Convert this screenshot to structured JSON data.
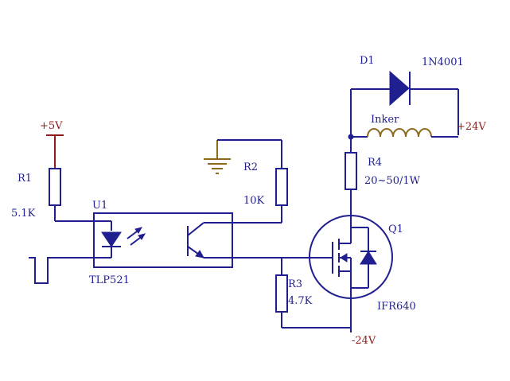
{
  "labels": {
    "vcc5": "+5V",
    "r1_ref": "R1",
    "r1_val": "5.1K",
    "u1_ref": "U1",
    "u1_part": "TLP521",
    "r2_ref": "R2",
    "r2_val": "10K",
    "d1_ref": "D1",
    "d1_part": "1N4001",
    "inker": "Inker",
    "vpos24": "+24V",
    "r4_ref": "R4",
    "r4_val": "20~50/1W",
    "q1_ref": "Q1",
    "q1_part": "IFR640",
    "r3_ref": "R3",
    "r3_val": "4.7K",
    "vneg24": "-24V"
  },
  "colors": {
    "wire": "#1f1f8f",
    "power": "#8b1a1a",
    "ground": "#8b6a1a"
  }
}
